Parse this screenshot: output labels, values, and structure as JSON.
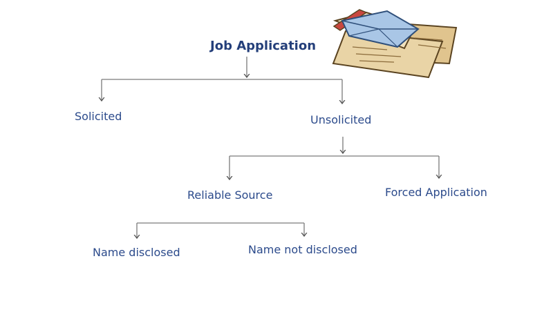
{
  "diagram": {
    "root": {
      "label": "Job Application"
    },
    "level1": [
      {
        "label": "Solicited"
      },
      {
        "label": "Unsolicited"
      }
    ],
    "level2": [
      {
        "label": "Reliable Source"
      },
      {
        "label": "Forced Application"
      }
    ],
    "level3": [
      {
        "label": "Name disclosed"
      },
      {
        "label": "Name not disclosed"
      }
    ]
  },
  "colors": {
    "text": "#2b4a8b",
    "connector": "#7a7a7a",
    "paper": "#e9d4a6",
    "envelope": "#a9c6e6",
    "envelope_flap": "#c9473f"
  },
  "icons": {
    "illustration": "letters-and-envelope-icon"
  }
}
